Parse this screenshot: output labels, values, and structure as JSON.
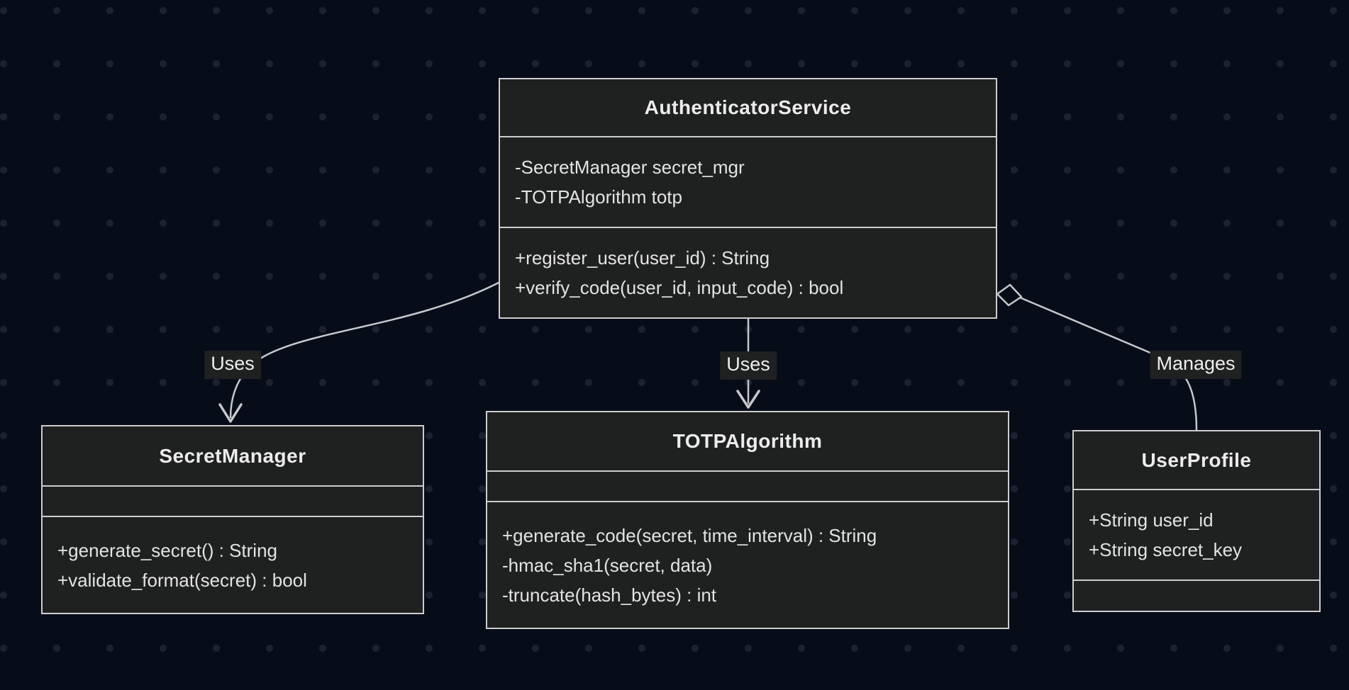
{
  "diagram": {
    "type": "uml-class-diagram",
    "theme": {
      "background": "#070c19",
      "dot_color": "#1c2230",
      "node_fill": "#1f2020",
      "node_border": "#cdcdcd",
      "edge_color": "#c6c8ca",
      "text_color": "#e8e8e8",
      "label_background": "#1f2020"
    },
    "classes": [
      {
        "name": "AuthenticatorService",
        "attributes": [
          "-SecretManager secret_mgr",
          "-TOTPAlgorithm totp"
        ],
        "methods": [
          "+register_user(user_id) : String",
          "+verify_code(user_id, input_code) : bool"
        ]
      },
      {
        "name": "SecretManager",
        "attributes": [],
        "methods": [
          "+generate_secret() : String",
          "+validate_format(secret) : bool"
        ]
      },
      {
        "name": "TOTPAlgorithm",
        "attributes": [],
        "methods": [
          "+generate_code(secret, time_interval) : String",
          "-hmac_sha1(secret, data)",
          "-truncate(hash_bytes) : int"
        ]
      },
      {
        "name": "UserProfile",
        "attributes": [
          "+String user_id",
          "+String secret_key"
        ],
        "methods": []
      }
    ],
    "edges": [
      {
        "from": "AuthenticatorService",
        "to": "SecretManager",
        "label": "Uses",
        "style": "solid-line-open-arrowhead"
      },
      {
        "from": "AuthenticatorService",
        "to": "TOTPAlgorithm",
        "label": "Uses",
        "style": "solid-line-open-arrowhead"
      },
      {
        "from": "AuthenticatorService",
        "to": "UserProfile",
        "label": "Manages",
        "style": "aggregation-hollow-diamond"
      }
    ]
  }
}
